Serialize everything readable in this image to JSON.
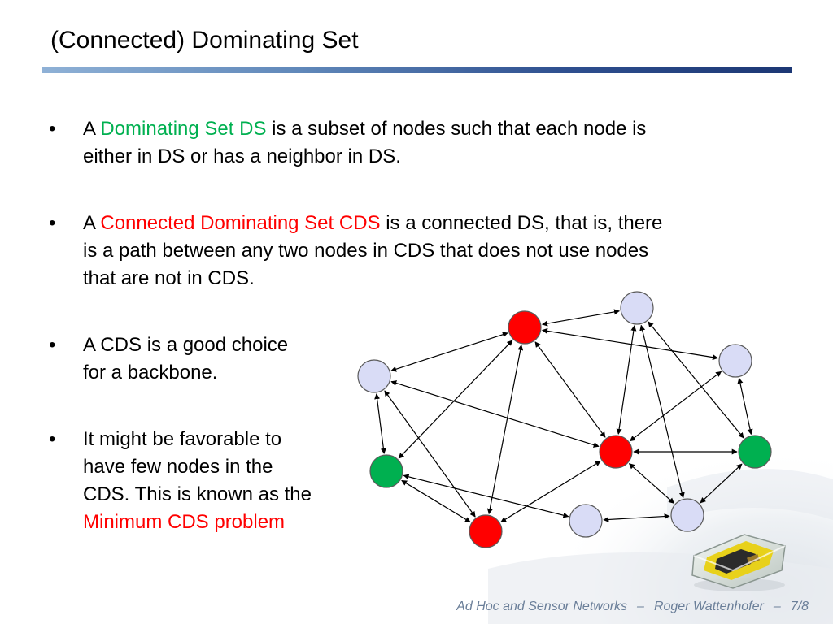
{
  "slide": {
    "title": "(Connected) Dominating Set",
    "bullets": [
      {
        "line1_pre": "A ",
        "line1_term": "Dominating Set DS",
        "line1_post": " is a subset of nodes such that each node is",
        "line2": "either in DS or has a neighbor in DS."
      },
      {
        "line1_pre": "A ",
        "line1_term": "Connected Dominating Set CDS",
        "line1_post": " is a connected DS, that is, there",
        "line2": "is a path between any two nodes in CDS that does not use nodes",
        "line3": "that are not in CDS."
      },
      {
        "line1": "A CDS is a good choice",
        "line2": "for a backbone."
      },
      {
        "line1": "It might be favorable to",
        "line2": "have few nodes in the",
        "line3": "CDS. This is known as the",
        "line4": "Minimum CDS problem"
      }
    ],
    "bullet_symbol": "•"
  },
  "colors": {
    "dominating_green": "#00b050",
    "connected_red": "#ff0000",
    "node_red": "#ff0000",
    "node_green": "#00b050",
    "node_plain": "#d9dcf6"
  },
  "footer": {
    "course": "Ad Hoc and Sensor Networks",
    "separator": "–",
    "author": "Roger Wattenhofer",
    "page": "7/8"
  }
}
